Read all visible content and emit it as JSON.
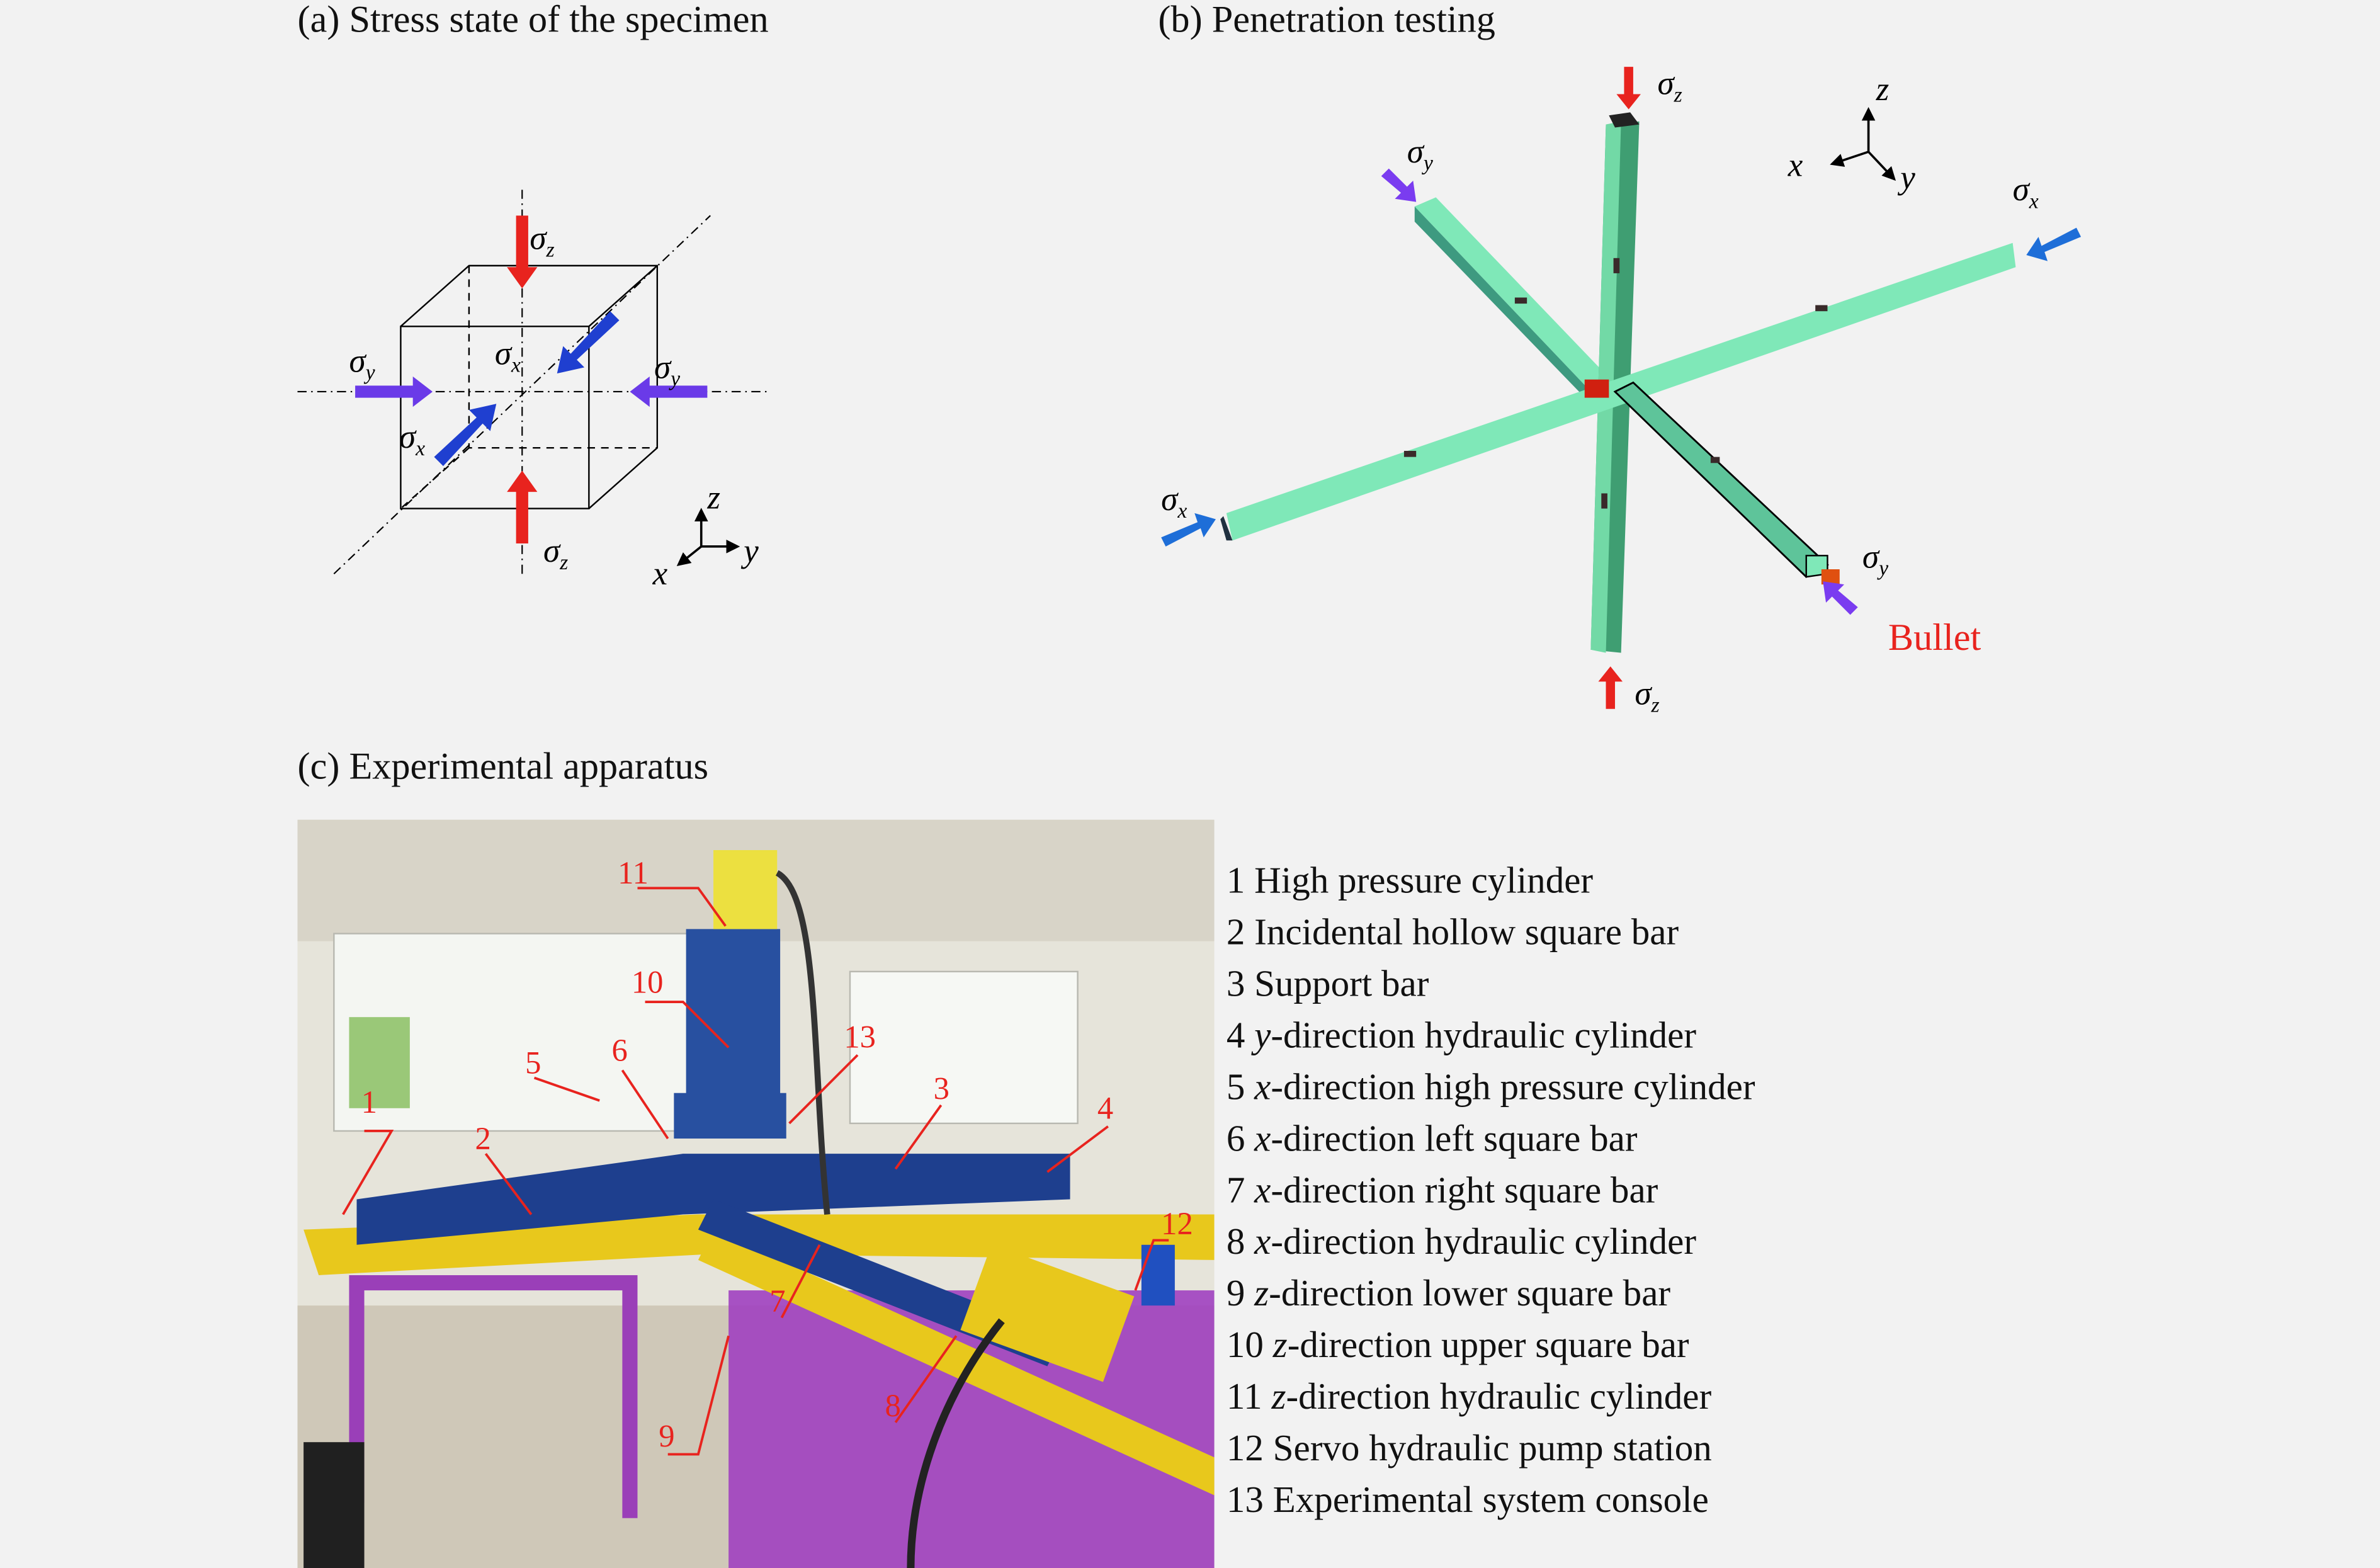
{
  "panels": {
    "a": {
      "title": "(a) Stress state of the specimen"
    },
    "b": {
      "title": "(b) Penetration testing",
      "bullet_label": "Bullet"
    },
    "c": {
      "title": "(c) Experimental apparatus"
    }
  },
  "symbols": {
    "sigma": "σ",
    "x": "x",
    "y": "y",
    "z": "z"
  },
  "callouts": [
    "1",
    "2",
    "3",
    "4",
    "5",
    "6",
    "7",
    "8",
    "9",
    "10",
    "11",
    "12",
    "13"
  ],
  "legend": [
    {
      "num": "1",
      "axis": "",
      "text": "High pressure cylinder"
    },
    {
      "num": "2",
      "axis": "",
      "text": "Incidental hollow square bar"
    },
    {
      "num": "3",
      "axis": "",
      "text": "Support bar"
    },
    {
      "num": "4",
      "axis": "y",
      "text": "-direction hydraulic cylinder"
    },
    {
      "num": "5",
      "axis": "x",
      "text": "-direction high pressure cylinder"
    },
    {
      "num": "6",
      "axis": "x",
      "text": "-direction left square bar"
    },
    {
      "num": "7",
      "axis": "x",
      "text": "-direction right square bar"
    },
    {
      "num": "8",
      "axis": "x",
      "text": "-direction hydraulic cylinder"
    },
    {
      "num": "9",
      "axis": "z",
      "text": "-direction lower square bar"
    },
    {
      "num": "10",
      "axis": "z",
      "text": "-direction upper square bar"
    },
    {
      "num": "11",
      "axis": "z",
      "text": "-direction hydraulic cylinder"
    },
    {
      "num": "12",
      "axis": "",
      "text": "Servo hydraulic pump station"
    },
    {
      "num": "13",
      "axis": "",
      "text": "Experimental system console"
    }
  ],
  "colors": {
    "red": "#e8231e",
    "blue": "#1f3fd0",
    "purple": "#7a3cf0",
    "bar_green": "#7fe8b8",
    "frame_blue": "#1e3f8e",
    "yellow": "#e8c81c",
    "table_purple": "#9a3fb8"
  }
}
